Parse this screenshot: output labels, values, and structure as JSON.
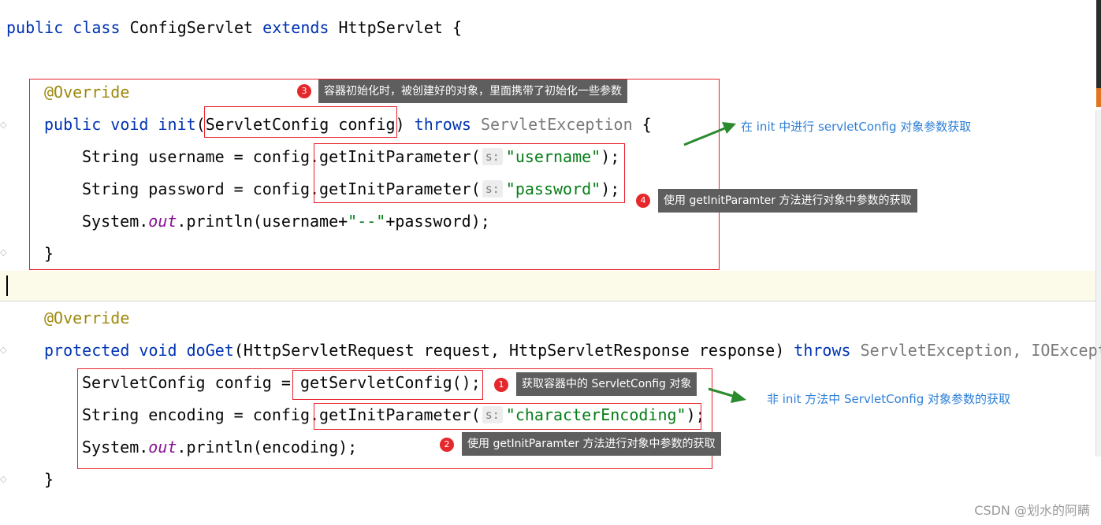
{
  "code": {
    "class_decl": {
      "kw1": "public",
      "kw2": "class",
      "name": "ConfigServlet",
      "kw3": "extends",
      "parent": "HttpServlet",
      "brace": "{"
    },
    "init_annotation": "@Override",
    "init_signature": {
      "kw1": "public",
      "kw2": "void",
      "method": "init",
      "paren": "(",
      "param": "ServletConfig config",
      "close": ")",
      "throws": "throws",
      "exception": "ServletException",
      "brace": "{"
    },
    "init_line1": {
      "prefix": "String username = config.",
      "call": "getInitParameter(",
      "hint": "s:",
      "arg": "\"username\"",
      "suffix": ");"
    },
    "init_line2": {
      "prefix": "String password = config.",
      "call": "getInitParameter(",
      "hint": "s:",
      "arg": "\"password\"",
      "suffix": ");"
    },
    "init_line3": {
      "prefix": "System.",
      "field": "out",
      "mid": ".println(username+",
      "str": "\"--\"",
      "suffix": "+password);"
    },
    "init_close": "}",
    "doget_annotation": "@Override",
    "doget_signature": {
      "kw1": "protected",
      "kw2": "void",
      "method": "doGet",
      "params": "(HttpServletRequest request, HttpServletResponse response)",
      "throws": "throws",
      "exceptions": "ServletException, IOExcept"
    },
    "doget_line1": {
      "prefix": "ServletConfig config = ",
      "call": "getServletConfig();"
    },
    "doget_line2": {
      "prefix": "String encoding = config.",
      "call": "getInitParameter(",
      "hint": "s:",
      "arg": "\"characterEncoding\"",
      "suffix": ");"
    },
    "doget_line3": {
      "prefix": "System.",
      "field": "out",
      "suffix": ".println(encoding);"
    },
    "doget_close": "}"
  },
  "tooltips": {
    "t1": {
      "badge": "1",
      "text": "获取容器中的 ServletConfig 对象"
    },
    "t2": {
      "badge": "2",
      "text": "使用 getInitParamter 方法进行对象中参数的获取"
    },
    "t3": {
      "badge": "3",
      "text": "容器初始化时，被创建好的对象，里面携带了初始化一些参数"
    },
    "t4": {
      "badge": "4",
      "text": "使用 getInitParamter 方法进行对象中参数的获取"
    }
  },
  "notes": {
    "init_note": "在 init 中进行 servletConfig 对象参数获取",
    "non_init_note": "非 init 方法中 ServletConfig 对象参数的获取"
  },
  "watermark": "CSDN @划水的阿瞒",
  "colors": {
    "keyword": "#0033b3",
    "string": "#067d17",
    "annotation": "#9e880d",
    "red_box": "#e8222c",
    "arrow": "#2a8a2e",
    "note": "#2c7fd6",
    "tooltip_bg": "#5e5e5e"
  }
}
